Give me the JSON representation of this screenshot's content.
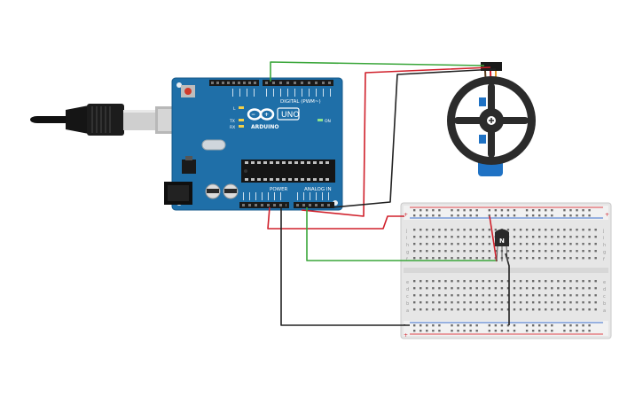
{
  "arduino": {
    "brand": "ARDUINO",
    "model": "UNO",
    "digital_label": "DIGITAL (PWM~)",
    "analog_label": "ANALOG IN",
    "power_label": "POWER",
    "on_label": "ON",
    "l_label": "L",
    "tx_label": "TX",
    "rx_label": "RX",
    "board_color": "#1f6fa8"
  },
  "transistor": {
    "label": "N"
  },
  "breadboard": {
    "row_letters_top": [
      "j",
      "i",
      "h",
      "g",
      "f"
    ],
    "row_letters_bottom": [
      "e",
      "d",
      "c",
      "b",
      "a"
    ],
    "rail_plus": "+",
    "rail_minus": "-"
  },
  "wire_colors": {
    "red": "#d0202b",
    "green": "#3aa63a",
    "black": "#222222"
  }
}
